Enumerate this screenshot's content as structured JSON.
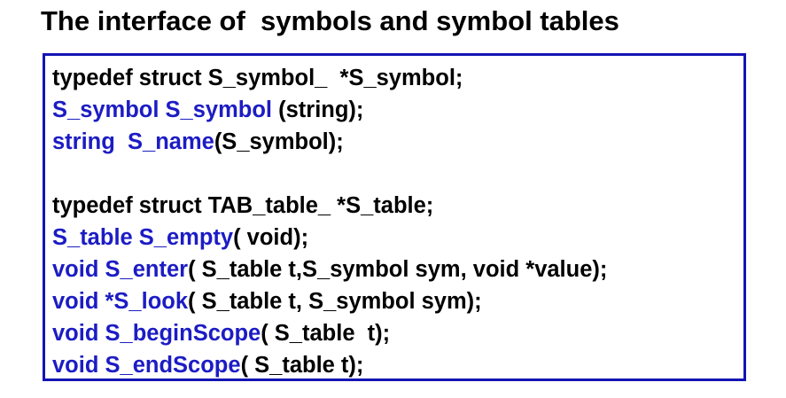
{
  "title": "The interface of  symbols and symbol tables",
  "colors": {
    "border": "#1414b4",
    "keyword_blue": "#1c1cc4",
    "text": "#000000"
  },
  "code_lines": [
    [
      {
        "text": "typedef struct S_symbol_  *S_symbol;",
        "color": "black"
      }
    ],
    [
      {
        "text": "S_symbol S_symbol",
        "color": "blue"
      },
      {
        "text": " (string);",
        "color": "black"
      }
    ],
    [
      {
        "text": "string  S_name",
        "color": "blue"
      },
      {
        "text": "(S_symbol);",
        "color": "black"
      }
    ],
    [],
    [
      {
        "text": "typedef struct TAB_table_ *S_table;",
        "color": "black"
      }
    ],
    [
      {
        "text": "S_table S_empty",
        "color": "blue"
      },
      {
        "text": "( void);",
        "color": "black"
      }
    ],
    [
      {
        "text": "void S_enter",
        "color": "blue"
      },
      {
        "text": "( S_table t,S_symbol sym, void *value);",
        "color": "black"
      }
    ],
    [
      {
        "text": "void *S_look",
        "color": "blue"
      },
      {
        "text": "( S_table t, S_symbol sym);",
        "color": "black"
      }
    ],
    [
      {
        "text": "void S_beginScope",
        "color": "blue"
      },
      {
        "text": "( S_table  t);",
        "color": "black"
      }
    ],
    [
      {
        "text": "void S_endScope",
        "color": "blue"
      },
      {
        "text": "( S_table t);",
        "color": "black"
      }
    ]
  ]
}
